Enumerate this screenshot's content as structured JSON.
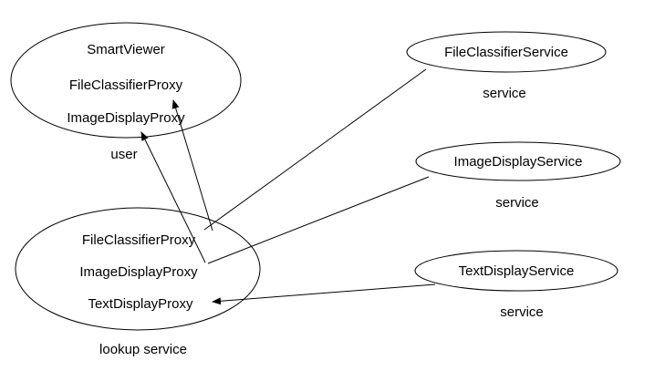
{
  "user_node": {
    "title": "SmartViewer",
    "proxies": [
      "FileClassifierProxy",
      "ImageDisplayProxy"
    ],
    "role": "user"
  },
  "lookup_node": {
    "proxies": [
      "FileClassifierProxy",
      "ImageDisplayProxy",
      "TextDisplayProxy"
    ],
    "role": "lookup service"
  },
  "services": [
    {
      "name": "FileClassifierService",
      "role": "service"
    },
    {
      "name": "ImageDisplayService",
      "role": "service"
    },
    {
      "name": "TextDisplayService",
      "role": "service"
    }
  ]
}
